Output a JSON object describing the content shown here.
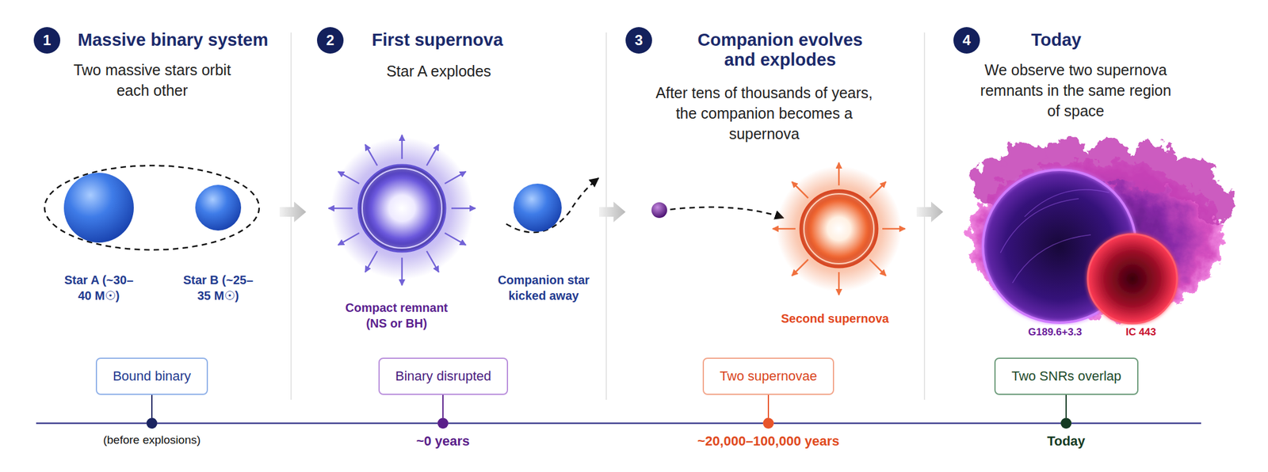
{
  "diagram": {
    "nodes": [
      {
        "text": [
          "1"
        ]
      },
      {
        "text": [
          "Bound binary"
        ]
      },
      {
        "text": [
          "(before explosions)"
        ]
      },
      {
        "text": [
          "2"
        ]
      },
      {
        "text": [
          "Binary disrupted"
        ]
      },
      {
        "text": [
          "~0 years"
        ]
      },
      {
        "text": [
          "3"
        ]
      },
      {
        "text": [
          "Two supernovae"
        ]
      },
      {
        "text": [
          "~20,000–100,000 years"
        ]
      },
      {
        "text": [
          "4"
        ]
      },
      {
        "text": [
          "Two SNRs overlap"
        ]
      },
      {
        "text": [
          "Today"
        ]
      }
    ],
    "edges": [
      {
        "from": 1,
        "to": 2,
        "arrow": "none"
      },
      {
        "from": 4,
        "to": 5,
        "arrow": "none"
      },
      {
        "from": 7,
        "to": 8,
        "arrow": "none"
      },
      {
        "from": 10,
        "to": 11,
        "arrow": "none"
      },
      {
        "from": 2,
        "to": 5,
        "arrow": "none"
      },
      {
        "from": 5,
        "to": 8,
        "arrow": "none"
      },
      {
        "from": 8,
        "to": 11,
        "arrow": "none"
      }
    ],
    "labels": [
      "Massive binary system",
      "Two massive stars orbit each other",
      "Star A (~30–40 M☉)",
      "Star B (~25–35 M☉)",
      "First supernova",
      "Star A explodes",
      "Compact remnant (NS or BH)",
      "Companion star kicked away",
      "Companion evolves and explodes",
      "After tens of thousands of years, the companion becomes a supernova",
      "Second supernova",
      "Today",
      "We observe two supernova remnants in the same region of space",
      "G189.6+3.3",
      "IC 443"
    ]
  }
}
